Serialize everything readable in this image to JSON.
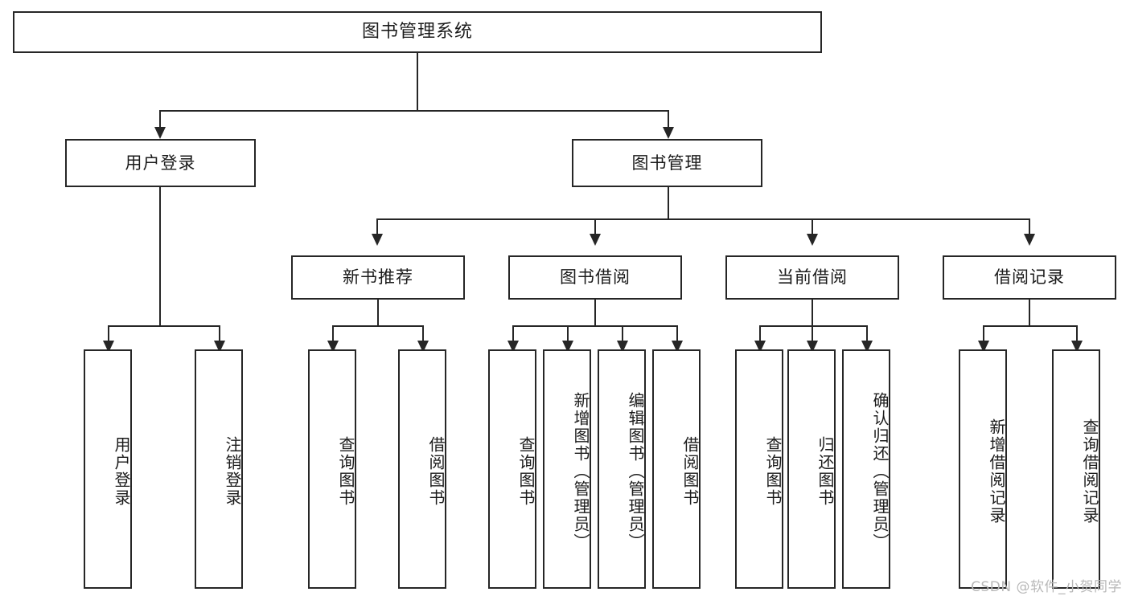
{
  "diagram": {
    "type": "tree",
    "title": "图书管理系统",
    "root": {
      "label": "图书管理系统"
    },
    "level2": [
      {
        "label": "用户登录"
      },
      {
        "label": "图书管理"
      }
    ],
    "level3": [
      {
        "label": "新书推荐"
      },
      {
        "label": "图书借阅"
      },
      {
        "label": "当前借阅"
      },
      {
        "label": "借阅记录"
      }
    ],
    "leaves": {
      "user_login": [
        {
          "label": "用户登录"
        },
        {
          "label": "注销登录"
        }
      ],
      "new_book_recommend": [
        {
          "label": "查询图书"
        },
        {
          "label": "借阅图书"
        }
      ],
      "book_borrow": [
        {
          "label": "查询图书"
        },
        {
          "label": "新增图书（管理员）"
        },
        {
          "label": "编辑图书（管理员）"
        },
        {
          "label": "借阅图书"
        }
      ],
      "current_borrow": [
        {
          "label": "查询图书"
        },
        {
          "label": "归还图书"
        },
        {
          "label": "确认归还（管理员）"
        }
      ],
      "borrow_record": [
        {
          "label": "新增借阅记录"
        },
        {
          "label": "查询借阅记录"
        }
      ]
    }
  },
  "watermark": {
    "text": "CSDN @软件_小贺同学"
  },
  "colors": {
    "background": "#ffffff",
    "border": "#262626",
    "text": "#1b1b1b",
    "watermark": "#b8b8b8"
  }
}
